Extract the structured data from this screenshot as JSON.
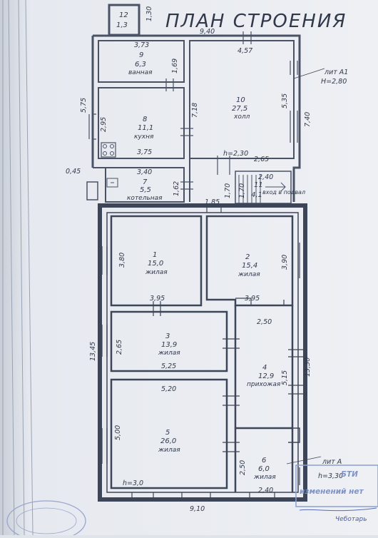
{
  "title": "ПЛАН СТРОЕНИЯ",
  "rooms": [
    {
      "id": "r12",
      "number": "12",
      "area": "1,3"
    },
    {
      "id": "r9",
      "number": "9",
      "area": "6,3",
      "name": "ванная"
    },
    {
      "id": "r10",
      "number": "10",
      "area": "27,5",
      "name": "холл"
    },
    {
      "id": "r8",
      "number": "8",
      "area": "11,1",
      "name": "кухня"
    },
    {
      "id": "r7",
      "number": "7",
      "area": "5,5",
      "name": "котельная"
    },
    {
      "id": "r11",
      "number": "11",
      "area": "4,1",
      "name": "вход в подвал"
    },
    {
      "id": "r1",
      "number": "1",
      "area": "15,0",
      "name": "жилая"
    },
    {
      "id": "r2",
      "number": "2",
      "area": "15,4",
      "name": "жилая"
    },
    {
      "id": "r3",
      "number": "3",
      "area": "13,9",
      "name": "жилая"
    },
    {
      "id": "r4",
      "number": "4",
      "area": "12,9",
      "name": "прихожая"
    },
    {
      "id": "r5",
      "number": "5",
      "area": "26,0",
      "name": "жилая"
    },
    {
      "id": "r6",
      "number": "6",
      "area": "6,0",
      "name": "жилая"
    }
  ],
  "dimensions": {
    "d_130": "1,30",
    "d_940": "9,40",
    "d_373": "3,73",
    "d_457": "4,57",
    "d_169": "1,69",
    "d_575": "5,75",
    "d_295": "2,95",
    "d_718": "7,18",
    "d_375": "3,75",
    "d_535": "5,35",
    "d_740": "7,40",
    "h230": "h=2,30",
    "d_265": "2,65",
    "d_045": "0,45",
    "d_340": "3,40",
    "d_240a": "2,40",
    "d_162": "1,62",
    "d_170a": "1,70",
    "d_170b": "1,70",
    "d_185": "1,85",
    "d_380": "3,80",
    "d_390": "3,90",
    "d_395a": "3,95",
    "d_395b": "3,95",
    "d_250a": "2,50",
    "d_1345": "13,45",
    "d_265b": "2,65",
    "d_1330": "13,30",
    "d_525": "5,25",
    "d_515": "5,15",
    "d_520": "5,20",
    "d_500": "5,00",
    "d_250b": "2,50",
    "h300": "h=3,0",
    "d_240b": "2,40",
    "d_910": "9,10",
    "d_330": "h=3,30"
  },
  "liters": {
    "a1": "лит А1",
    "a1h": "H=2,80",
    "a": "лит А"
  },
  "stamp": {
    "line1": "БТИ",
    "line2": "изменений нет",
    "line3": "Чеботарь"
  }
}
